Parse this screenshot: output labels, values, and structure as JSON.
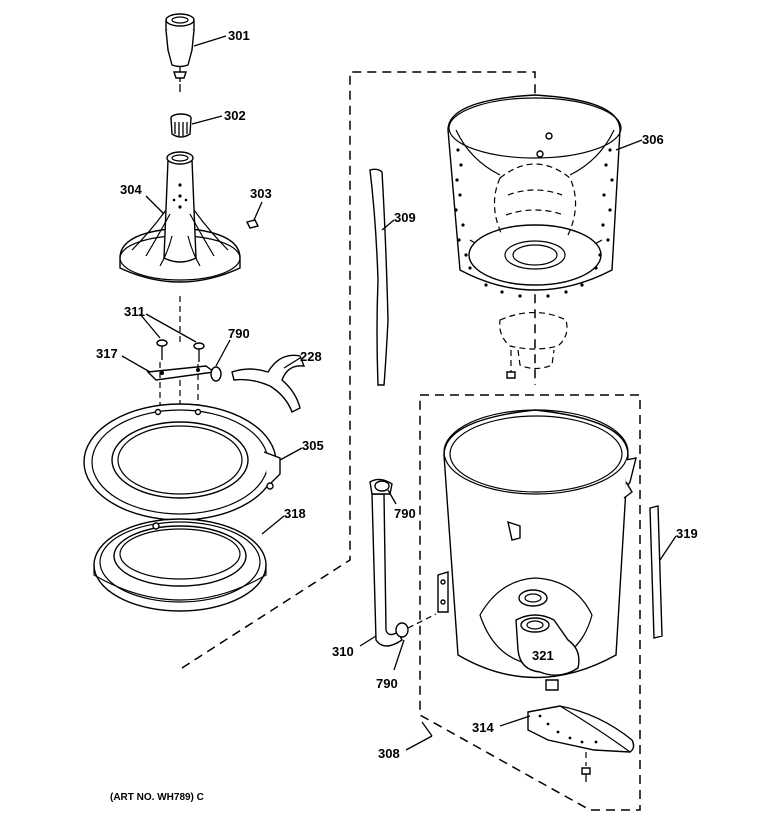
{
  "parts": {
    "p301": "301",
    "p302": "302",
    "p303": "303",
    "p304": "304",
    "p305": "305",
    "p306": "306",
    "p308": "308",
    "p309": "309",
    "p310": "310",
    "p311": "311",
    "p314": "314",
    "p317": "317",
    "p318": "318",
    "p319": "319",
    "p321": "321",
    "p228": "228",
    "p790a": "790",
    "p790b": "790",
    "p790c": "790"
  },
  "art_number": "(ART NO. WH789) C"
}
